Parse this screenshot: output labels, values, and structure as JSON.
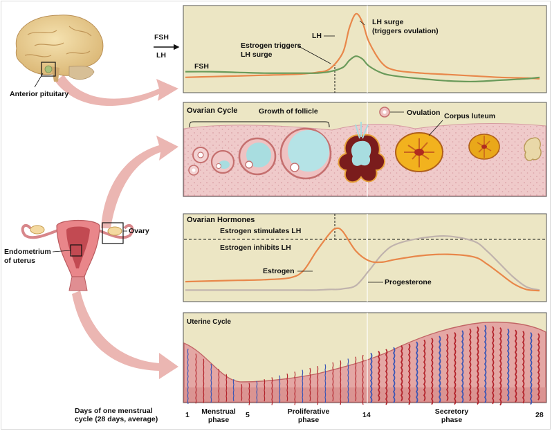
{
  "colors": {
    "panel_bg": "#ece6c4",
    "panel_border": "#555555",
    "lh": "#e8874a",
    "fsh": "#6a9a5a",
    "estrogen": "#e8874a",
    "progesterone": "#c0b3ad",
    "tissue": "#efc9c9",
    "arrow": "#e8a9a4"
  },
  "gonadotropin_panel": {
    "input_fsh": "FSH",
    "input_lh": "LH",
    "fsh_label": "FSH",
    "lh_label": "LH",
    "estrogen_triggers": [
      "Estrogen triggers",
      "LH surge"
    ],
    "lh_surge": [
      "LH surge",
      "(triggers ovulation)"
    ]
  },
  "ovarian_cycle_panel": {
    "title": "Ovarian Cycle",
    "growth": "Growth of follicle",
    "ovulation": "Ovulation",
    "corpus_luteum": "Corpus luteum"
  },
  "ovarian_hormones_panel": {
    "title": "Ovarian Hormones",
    "stimulates": "Estrogen stimulates LH",
    "inhibits": "Estrogen inhibits LH",
    "estrogen": "Estrogen",
    "progesterone": "Progesterone"
  },
  "uterine_panel": {
    "title": "Uterine  Cycle"
  },
  "anatomy": {
    "anterior_pituitary": "Anterior pituitary",
    "ovary": "Ovary",
    "endometrium": [
      "Endometrium",
      "of uterus"
    ]
  },
  "timeline": {
    "caption": [
      "Days of one menstrual",
      "cycle (28 days, average)"
    ],
    "day_1": "1",
    "day_5": "5",
    "day_14": "14",
    "day_28": "28",
    "menstrual": [
      "Menstrual",
      "phase"
    ],
    "proliferative": [
      "Proliferative",
      "phase"
    ],
    "secretory": [
      "Secretory",
      "phase"
    ]
  },
  "chart_data": [
    {
      "type": "line",
      "x": [
        1,
        3,
        5,
        7,
        9,
        10,
        11,
        12,
        13,
        13.5,
        14,
        14.5,
        15,
        16,
        17,
        19,
        21,
        23,
        25,
        27,
        28
      ],
      "xlim": [
        1,
        28
      ],
      "ylim": [
        0,
        100
      ],
      "series": [
        {
          "name": "LH",
          "values": [
            10,
            11,
            12,
            13,
            14,
            15,
            17,
            22,
            45,
            80,
            100,
            88,
            60,
            30,
            20,
            16,
            14,
            12,
            10,
            9,
            8
          ]
        },
        {
          "name": "FSH",
          "values": [
            18,
            18,
            17,
            16,
            16,
            16,
            16,
            18,
            24,
            34,
            40,
            36,
            26,
            16,
            12,
            8,
            5,
            4,
            6,
            8,
            10
          ]
        }
      ],
      "marker_day": 12
    },
    {
      "type": "line",
      "x": [
        1,
        3,
        5,
        7,
        9,
        10,
        11,
        12,
        12.5,
        13,
        14,
        15,
        16,
        17,
        19,
        21,
        23,
        24,
        25,
        26,
        27,
        28
      ],
      "xlim": [
        1,
        28
      ],
      "ylim": [
        0,
        100
      ],
      "series": [
        {
          "name": "Estrogen",
          "values": [
            18,
            19,
            20,
            21,
            24,
            35,
            65,
            92,
            100,
            95,
            65,
            50,
            48,
            52,
            58,
            60,
            56,
            45,
            30,
            15,
            6,
            4
          ]
        },
        {
          "name": "Progesterone",
          "values": [
            5,
            5,
            5,
            5,
            5,
            5,
            5,
            6,
            6,
            7,
            12,
            35,
            60,
            75,
            85,
            88,
            80,
            65,
            45,
            25,
            10,
            5
          ]
        }
      ],
      "threshold_marker_day": 12
    }
  ]
}
